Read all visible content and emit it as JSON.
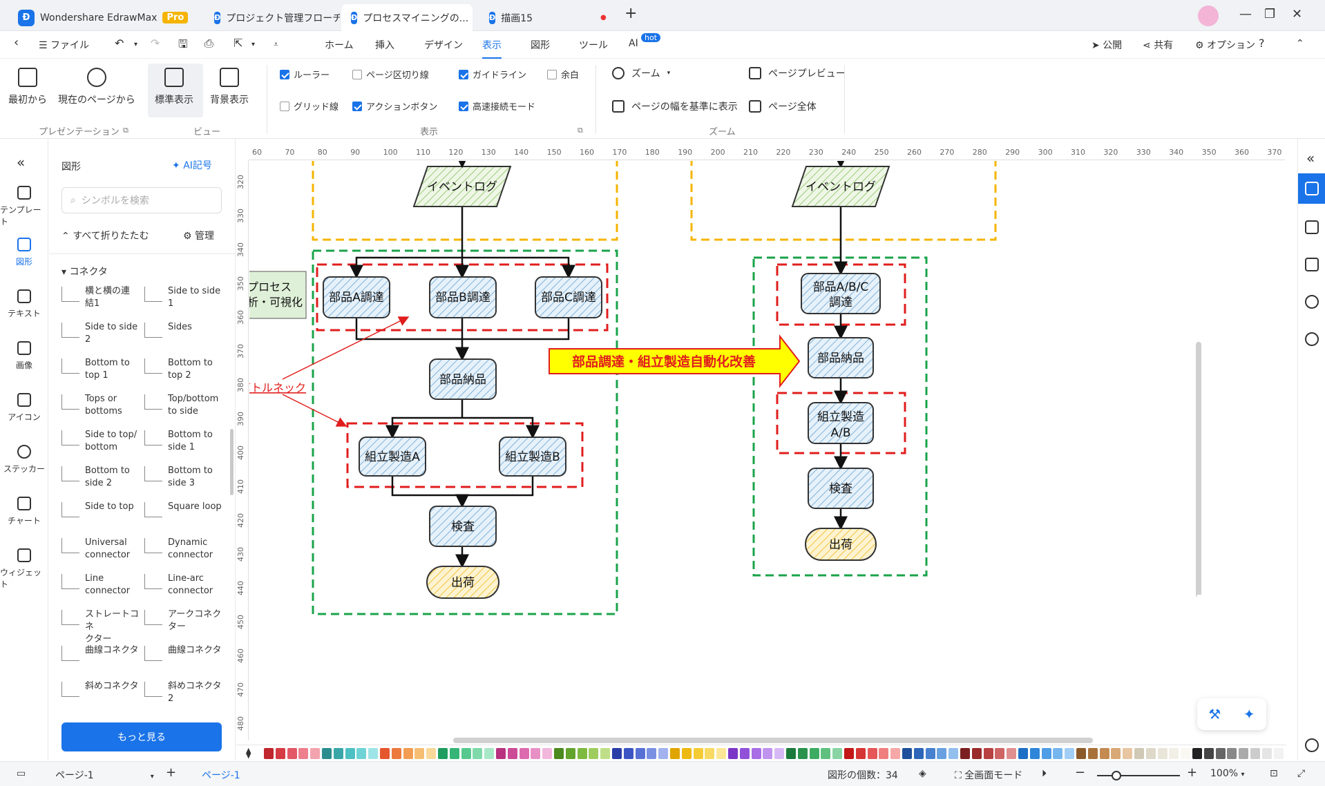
{
  "app": {
    "name": "Wondershare EdrawMax",
    "badge": "Pro"
  },
  "tabs": [
    {
      "label": "プロジェクト管理フローチ..."
    },
    {
      "label": "プロセスマイニングの..."
    },
    {
      "label": "描画15"
    }
  ],
  "menubar": {
    "file": "ファイル",
    "items": [
      "ホーム",
      "挿入",
      "デザイン",
      "表示",
      "図形",
      "ツール",
      "AI"
    ],
    "ai_badge": "hot",
    "publish": "公開",
    "share": "共有",
    "options": "オプション"
  },
  "ribbon": {
    "from_start": "最初から",
    "from_current": "現在のページから",
    "standard_view": "標準表示",
    "background_view": "背景表示",
    "group_presentation": "プレゼンテーション",
    "group_view": "ビュー",
    "group_display": "表示",
    "group_zoom": "ズーム",
    "ruler": "ルーラー",
    "page_break": "ページ区切り線",
    "guideline": "ガイドライン",
    "margin": "余白",
    "grid": "グリッド線",
    "action_button": "アクションボタン",
    "fast_connect": "高速接続モード",
    "zoom": "ズーム",
    "fit_width": "ページの幅を基準に表示",
    "page_preview": "ページプレビュー",
    "whole_page": "ページ全体"
  },
  "left_icons": [
    "テンプレート",
    "図形",
    "テキスト",
    "画像",
    "アイコン",
    "ステッカー",
    "チャート",
    "ウィジェット"
  ],
  "panel": {
    "title": "図形",
    "ai_symbol": "AI記号",
    "search_placeholder": "シンボルを検索",
    "collapse_all": "すべて折りたたむ",
    "manage": "管理",
    "section": "コネクタ",
    "connectors": [
      [
        "横と横の連",
        "結1"
      ],
      [
        "Side to side",
        "1"
      ],
      [
        "Side to side",
        "2"
      ],
      [
        "Sides",
        ""
      ],
      [
        "Bottom to",
        "top 1"
      ],
      [
        "Bottom to",
        "top 2"
      ],
      [
        "Tops or",
        "bottoms"
      ],
      [
        "Top/bottom",
        "to side"
      ],
      [
        "Side to top/",
        "bottom"
      ],
      [
        "Bottom to",
        "side 1"
      ],
      [
        "Bottom to",
        "side 2"
      ],
      [
        "Bottom to",
        "side 3"
      ],
      [
        "Side to top",
        ""
      ],
      [
        "Square loop",
        ""
      ],
      [
        "Universal",
        "connector"
      ],
      [
        "Dynamic",
        "connector"
      ],
      [
        "Line",
        "connector"
      ],
      [
        "Line-arc",
        "connector"
      ],
      [
        "ストレートコネ",
        "クター"
      ],
      [
        "アークコネク",
        "ター"
      ],
      [
        "曲線コネクタ",
        ""
      ],
      [
        "曲線コネクタ",
        ""
      ],
      [
        "斜めコネクタ",
        ""
      ],
      [
        "斜めコネクタ",
        "2"
      ]
    ],
    "more": "もっと見る"
  },
  "ruler": {
    "h": [
      "60",
      "70",
      "80",
      "90",
      "100",
      "110",
      "120",
      "130",
      "140",
      "150",
      "160",
      "170",
      "180",
      "190",
      "200",
      "210",
      "220",
      "230",
      "240",
      "250",
      "260",
      "270",
      "280",
      "290",
      "300",
      "310",
      "320",
      "330",
      "340",
      "350",
      "360",
      "370"
    ],
    "v": [
      "320",
      "330",
      "340",
      "350",
      "360",
      "370",
      "380",
      "390",
      "400",
      "410",
      "420",
      "430",
      "440",
      "450",
      "460",
      "470",
      "480"
    ]
  },
  "diagram": {
    "left": {
      "event_log": "イベントログ",
      "part_a": "部品A調達",
      "part_b": "部品B調達",
      "part_c": "部品C調達",
      "delivery": "部品納品",
      "assembly_a": "組立製造A",
      "assembly_b": "組立製造B",
      "inspection": "検査",
      "shipping": "出荷"
    },
    "process_label_1": "プロセス",
    "process_label_2": "分析・可視化",
    "bottleneck": "ボトルネック",
    "improvement": "部品調達・組立製造自動化改善",
    "right": {
      "event_log": "イベントログ",
      "parts_1": "部品A/B/C",
      "parts_2": "調達",
      "delivery": "部品納品",
      "assembly_1": "組立製造",
      "assembly_2": "A/B",
      "inspection": "検査",
      "shipping": "出荷"
    }
  },
  "status": {
    "page_selector": "ページ-1",
    "page_tab": "ページ-1",
    "shape_count": "図形の個数：34",
    "fullscreen": "全画面モード",
    "zoom": "100%"
  },
  "colors": {
    "accent": "#1a73e8",
    "green_dash": "#1aa34a",
    "yellow_dash": "#f5b400",
    "red_dash": "#e11d1d",
    "box_fill": "#d5e8f5",
    "box_stroke": "#333333"
  }
}
